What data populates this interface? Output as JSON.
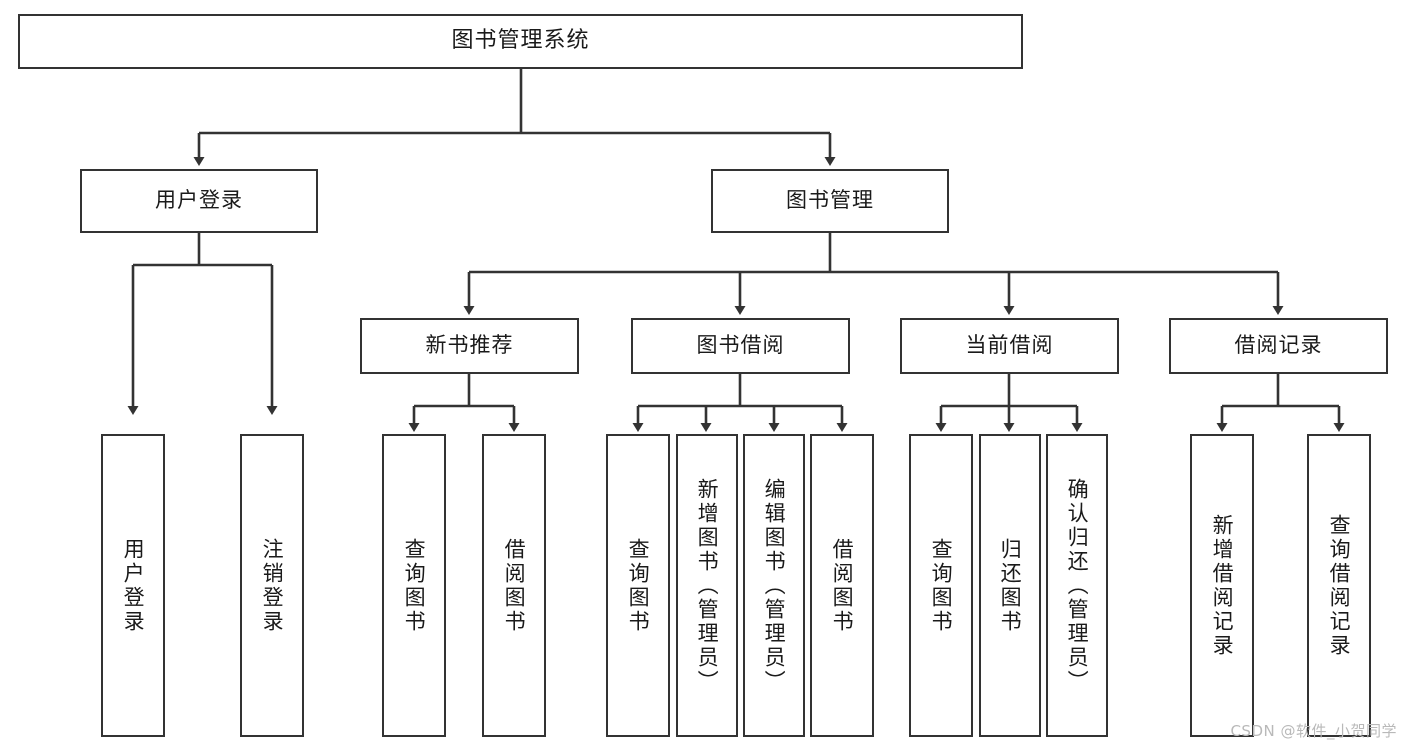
{
  "diagram": {
    "type": "tree-hierarchy",
    "title": "图书管理系统",
    "watermark": "CSDN @软件_小贺同学",
    "colors": {
      "stroke": "#333333",
      "fill": "#ffffff",
      "text": "#1a1a1a",
      "watermark": "#b9b9b9"
    },
    "root": {
      "label": "图书管理系统"
    },
    "level2": [
      {
        "label": "用户登录"
      },
      {
        "label": "图书管理"
      }
    ],
    "level3": [
      {
        "label": "新书推荐"
      },
      {
        "label": "图书借阅"
      },
      {
        "label": "当前借阅"
      },
      {
        "label": "借阅记录"
      }
    ],
    "leaves": {
      "user_login": [
        {
          "label": "用户登录"
        },
        {
          "label": "注销登录"
        }
      ],
      "new_book_recommend": [
        {
          "label": "查询图书"
        },
        {
          "label": "借阅图书"
        }
      ],
      "book_borrow": [
        {
          "label": "查询图书"
        },
        {
          "label": "新增图书（管理员）"
        },
        {
          "label": "编辑图书（管理员）"
        },
        {
          "label": "借阅图书"
        }
      ],
      "current_borrow": [
        {
          "label": "查询图书"
        },
        {
          "label": "归还图书"
        },
        {
          "label": "确认归还（管理员）"
        }
      ],
      "borrow_record": [
        {
          "label": "新增借阅记录"
        },
        {
          "label": "查询借阅记录"
        }
      ]
    }
  }
}
